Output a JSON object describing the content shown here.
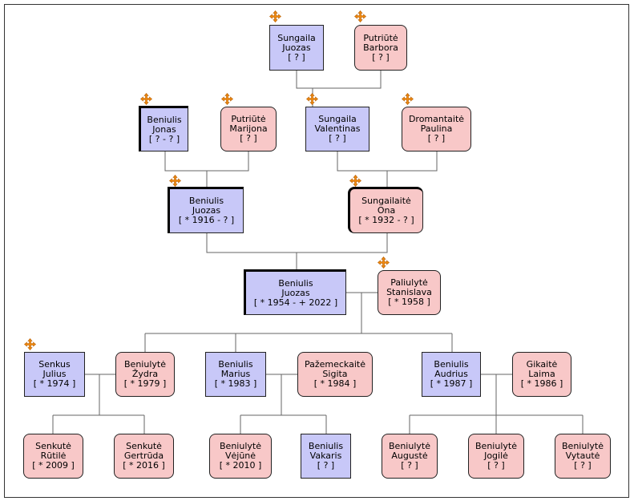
{
  "colors": {
    "male": "#c8c8f8",
    "female": "#f8c8c8",
    "line": "#666666",
    "expand": "#f08a10"
  },
  "people": {
    "p1": {
      "surname": "Sungaila",
      "given": "Juozas",
      "dates": "[ ? ]"
    },
    "p2": {
      "surname": "Putriūtė",
      "given": "Barbora",
      "dates": "[ ? ]"
    },
    "p3": {
      "surname": "Beniulis",
      "given": "Jonas",
      "dates": "[ ? - ? ]"
    },
    "p4": {
      "surname": "Putriūtė",
      "given": "Marijona",
      "dates": "[ ? ]"
    },
    "p5": {
      "surname": "Sungaila",
      "given": "Valentinas",
      "dates": "[ ? ]"
    },
    "p6": {
      "surname": "Dromantaitė",
      "given": "Paulina",
      "dates": "[ ? ]"
    },
    "p7": {
      "surname": "Beniulis",
      "given": "Juozas",
      "dates": "[ * 1916 - ? ]"
    },
    "p8": {
      "surname": "Sungailaitė",
      "given": "Ona",
      "dates": "[ * 1932 - ? ]"
    },
    "p9": {
      "surname": "Beniulis",
      "given": "Juozas",
      "dates": "[ * 1954 - + 2022 ]"
    },
    "p10": {
      "surname": "Paliulytė",
      "given": "Stanislava",
      "dates": "[ * 1958 ]"
    },
    "p11": {
      "surname": "Senkus",
      "given": "Julius",
      "dates": "[ * 1974 ]"
    },
    "p12": {
      "surname": "Beniulytė",
      "given": "Žydra",
      "dates": "[ * 1979 ]"
    },
    "p13": {
      "surname": "Beniulis",
      "given": "Marius",
      "dates": "[ * 1983 ]"
    },
    "p14": {
      "surname": "Pažemeckaitė",
      "given": "Sigita",
      "dates": "[ * 1984 ]"
    },
    "p15": {
      "surname": "Beniulis",
      "given": "Audrius",
      "dates": "[ * 1987 ]"
    },
    "p16": {
      "surname": "Gikaitė",
      "given": "Laima",
      "dates": "[ * 1986 ]"
    },
    "p17": {
      "surname": "Senkutė",
      "given": "Rūtilė",
      "dates": "[ * 2009 ]"
    },
    "p18": {
      "surname": "Senkutė",
      "given": "Gertrūda",
      "dates": "[ * 2016 ]"
    },
    "p19": {
      "surname": "Beniulytė",
      "given": "Vėjūnė",
      "dates": "[ * 2010 ]"
    },
    "p20": {
      "surname": "Beniulis",
      "given": "Vakaris",
      "dates": "[ ? ]"
    },
    "p21": {
      "surname": "Beniulytė",
      "given": "Augustė",
      "dates": "[ ? ]"
    },
    "p22": {
      "surname": "Beniulytė",
      "given": "Jogilė",
      "dates": "[ ? ]"
    },
    "p23": {
      "surname": "Beniulytė",
      "given": "Vytautė",
      "dates": "[ ? ]"
    }
  }
}
